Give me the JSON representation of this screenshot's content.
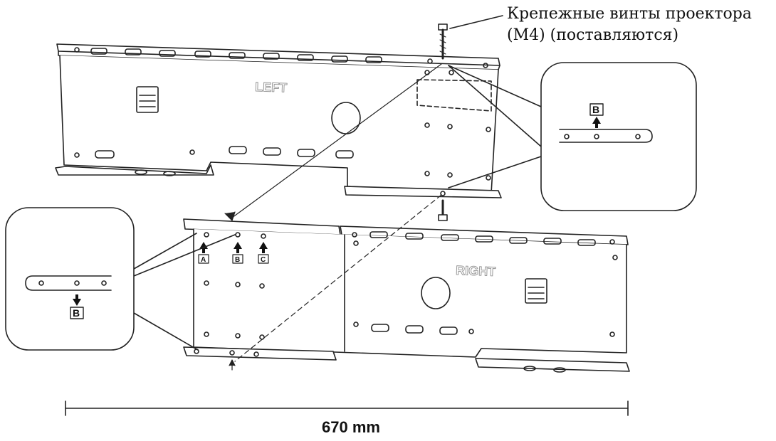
{
  "callout": {
    "line1": "Крепежные винты проектора",
    "line2": "(M4) (поставляются)"
  },
  "plates": {
    "left_label": "LEFT",
    "right_label": "RIGHT"
  },
  "markers": {
    "a": "A",
    "b": "B",
    "c": "C"
  },
  "dimension": {
    "label": "670 mm"
  },
  "colors": {
    "line": "#222222",
    "stamp": "#9a9a9a",
    "background": "#ffffff"
  }
}
